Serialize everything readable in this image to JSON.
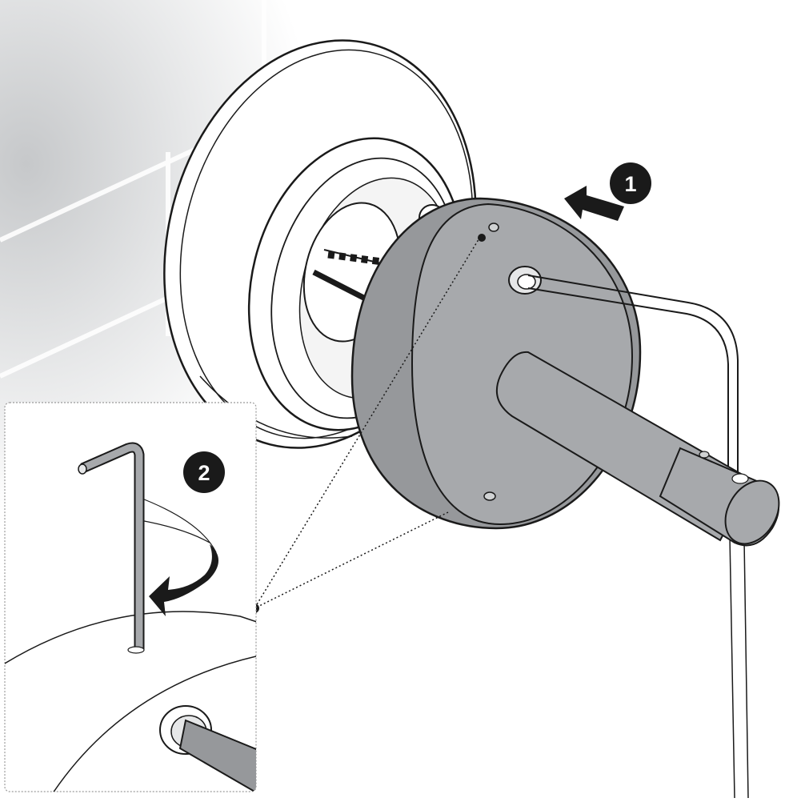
{
  "steps": [
    {
      "number": "1",
      "action": "push-in"
    },
    {
      "number": "2",
      "action": "rotate-clockwise"
    }
  ],
  "colors": {
    "line": "#1a1a1a",
    "body_fill": "#a7a9ac",
    "body_side": "#96989b",
    "badge": "#1a1a1a",
    "badge_text": "#ffffff",
    "wall_shadow": "#bcbec0",
    "inset_border": "#9a9a9a"
  },
  "icons": [
    "arrow-push-icon",
    "arrow-rotate-icon",
    "hex-key-icon"
  ]
}
